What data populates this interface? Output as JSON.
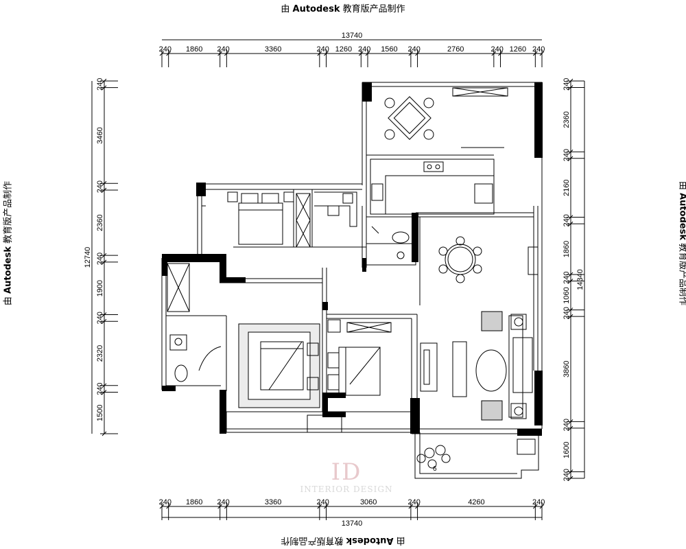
{
  "watermark": {
    "prefix": "由 ",
    "brand": "Autodesk",
    "suffix": " 教育版产品制作"
  },
  "logo_watermark": {
    "mark": "ID",
    "text": "INTERIOR DESIGN"
  },
  "dimensions": {
    "top_total": "13740",
    "top": [
      "240",
      "1860",
      "240",
      "3360",
      "240",
      "1260",
      "240",
      "1560",
      "240",
      "2760",
      "240",
      "1260",
      "240"
    ],
    "bottom_total": "13740",
    "bottom": [
      "240",
      "1860",
      "240",
      "3360",
      "240",
      "3060",
      "240",
      "4260",
      "240"
    ],
    "left_total": "12740",
    "left": [
      "240",
      "3460",
      "240",
      "2360",
      "240",
      "1900",
      "240",
      "2320",
      "240",
      "1500"
    ],
    "right_total": "14340",
    "right": [
      "240",
      "2360",
      "240",
      "2160",
      "240",
      "1860",
      "240",
      "1060",
      "240",
      "3860",
      "240",
      "1600",
      "240"
    ]
  },
  "annotations": {
    "plant_label": "6"
  }
}
